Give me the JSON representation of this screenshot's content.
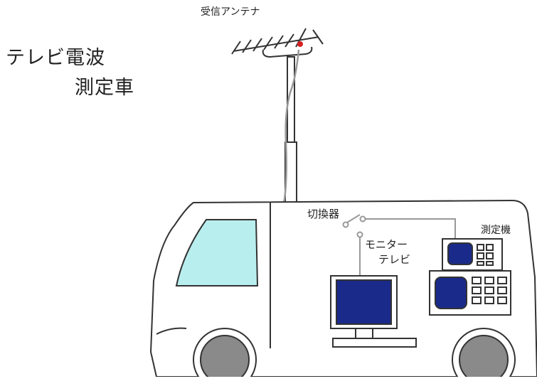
{
  "title": {
    "line1": "テレビ電波",
    "line2": "測定車"
  },
  "labels": {
    "antenna": "受信アンテナ",
    "switch": "切換器",
    "monitor_line1": "モニター",
    "monitor_line2": "テレビ",
    "meter": "測定機"
  },
  "colors": {
    "stroke": "#333333",
    "window": "#b9eeee",
    "screen": "#1a2a8a",
    "wheel": "#8a8a8a",
    "base": "#dddddd",
    "feed": "#d62020"
  }
}
